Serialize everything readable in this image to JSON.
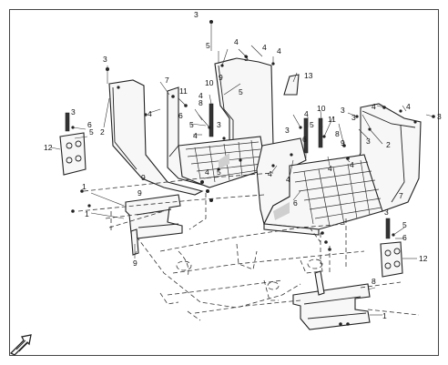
{
  "callouts": {
    "c1": {
      "label": "1",
      "x": 0,
      "y": 0
    },
    "c2": {
      "label": "2"
    },
    "c3": {
      "label": "3"
    },
    "c4": {
      "label": "4"
    },
    "c5": {
      "label": "5"
    },
    "c6": {
      "label": "6"
    },
    "c7": {
      "label": "7"
    },
    "c8": {
      "label": "8"
    },
    "c9": {
      "label": "9"
    },
    "c10": {
      "label": "10"
    },
    "c11": {
      "label": "11"
    },
    "c12": {
      "label": "12"
    },
    "c13": {
      "label": "13"
    }
  },
  "orientation_icon": "front-arrow-icon",
  "colors": {
    "line": "#222222",
    "shade": "#cfcfcf",
    "background": "#ffffff"
  }
}
